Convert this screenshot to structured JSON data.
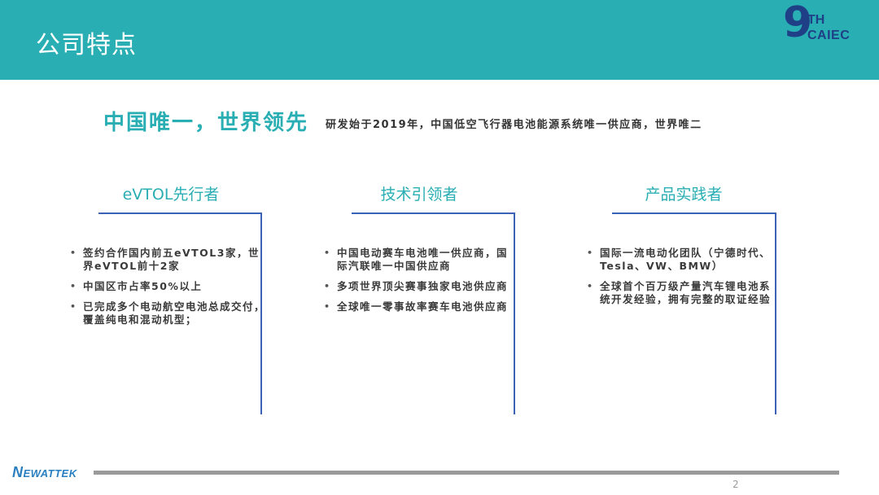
{
  "header": {
    "title": "公司特点",
    "logo": {
      "numeral": "9",
      "superscript": "TH",
      "name": "CAIEC"
    }
  },
  "headline": "中国唯一，世界领先",
  "tagline": "研发始于2019年，中国低空飞行器电池能源系统唯一供应商，世界唯二",
  "columns": [
    {
      "title": "eVTOL先行者",
      "bullets": [
        "签约合作国内前五eVTOL3家，世界eVTOL前十2家",
        "中国区市占率50%以上",
        "已完成多个电动航空电池总成交付，覆盖纯电和混动机型；"
      ]
    },
    {
      "title": "技术引领者",
      "bullets": [
        "中国电动赛车电池唯一供应商，国际汽联唯一中国供应商",
        "多项世界顶尖赛事独家电池供应商",
        "全球唯一零事故率赛车电池供应商"
      ]
    },
    {
      "title": "产品实践者",
      "bullets": [
        "国际一流电动化团队（宁德时代、Tesla、VW、BMW）",
        "全球首个百万级产量汽车锂电池系统开发经验，拥有完整的取证经验"
      ]
    }
  ],
  "footer": {
    "logo_initial": "N",
    "logo_rest": "EWATTEK",
    "page_number": "2"
  },
  "colors": {
    "header_bg": "#29aeb3",
    "accent": "#29aeb3",
    "bracket": "#3b62b6",
    "brand_blue": "#1f3f86"
  }
}
